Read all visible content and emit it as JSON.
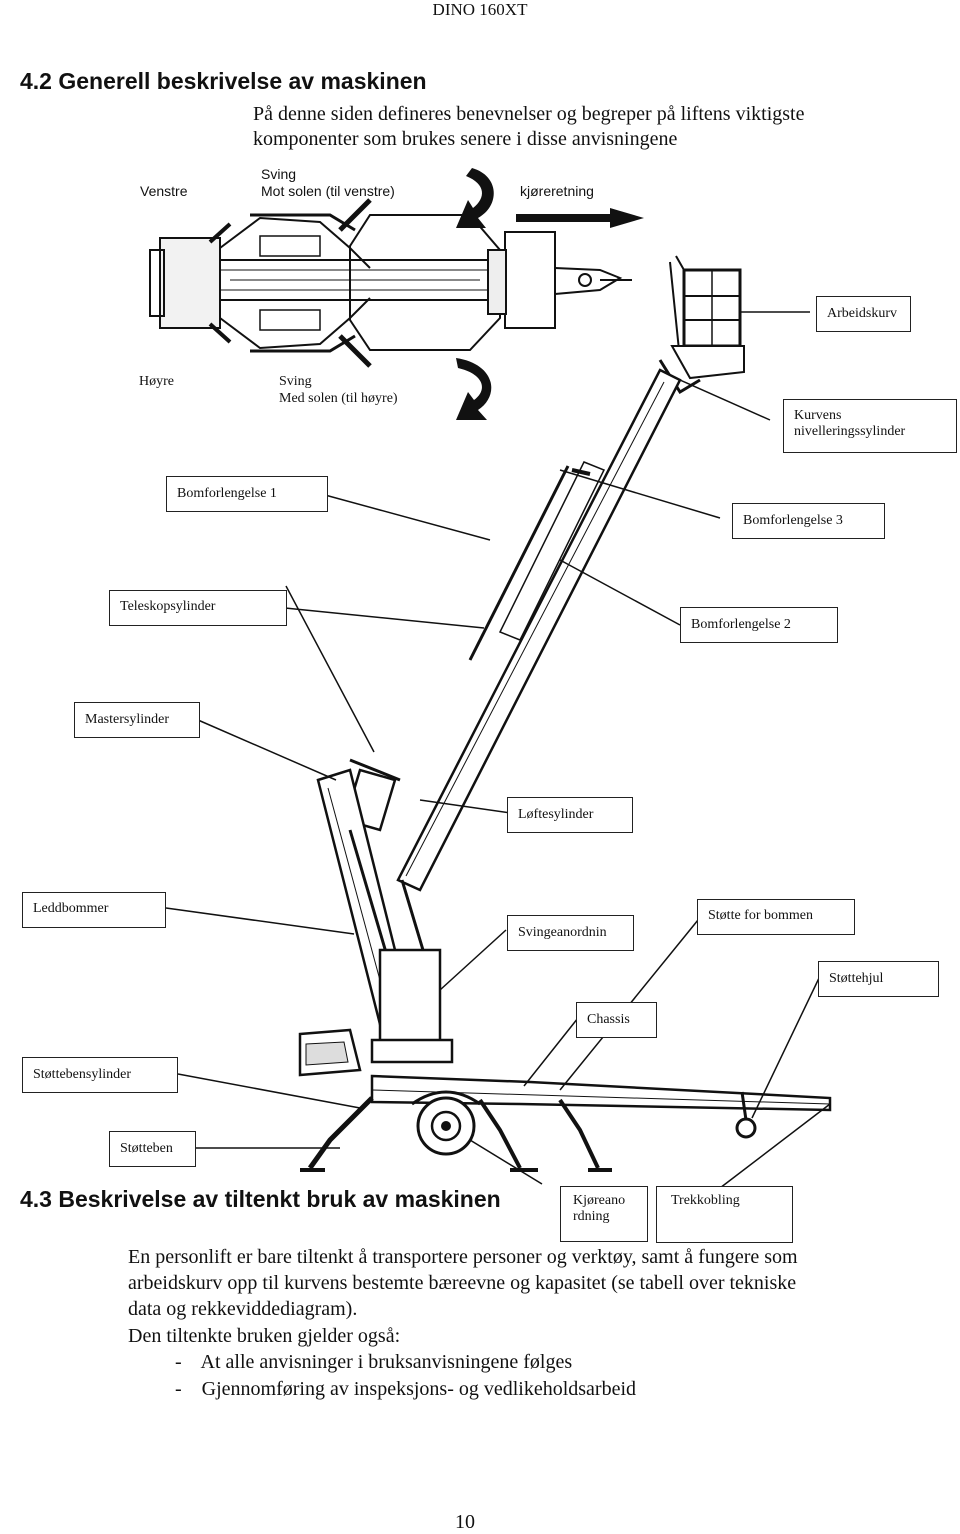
{
  "header": "DINO 160XT",
  "section_42": {
    "title": "4.2   Generell beskrivelse av maskinen",
    "intro_line1": "På denne siden defineres benevnelser og begreper på liftens viktigste",
    "intro_line2": "komponenter som brukes senere i disse anvisningene"
  },
  "top_view_labels": {
    "left": "Venstre",
    "turn_left_line1": "Sving",
    "turn_left_line2": "Mot solen (til venstre)",
    "direction": "kjøreretning",
    "right": "Høyre",
    "turn_right_line1": "Sving",
    "turn_right_line2": "Med solen (til høyre)"
  },
  "components": {
    "arbeidskurv": "Arbeidskurv",
    "kurvens_1": "Kurvens",
    "kurvens_2": "nivelleringssylinder",
    "bomforlengelse1": "Bomforlengelse 1",
    "bomforlengelse3": "Bomforlengelse 3",
    "teleskopsylinder": "Teleskopsylinder",
    "bomforlengelse2": "Bomforlengelse 2",
    "mastersylinder": "Mastersylinder",
    "loftesylinder": "Løftesylinder",
    "leddbommer": "Leddbommer",
    "svingeanordnin": "Svingeanordnin",
    "stotte_for_bommen": "Støtte for bommen",
    "stottehjul": "Støttehjul",
    "chassis": "Chassis",
    "stottebensylinder": "Støttebensylinder",
    "stotteben": "Støtteben",
    "kjoreanordning_1": "Kjøreano",
    "kjoreanordning_2": "rdning",
    "trekkobling": "Trekkobling"
  },
  "section_43": {
    "title": "4.3   Beskrivelse av tiltenkt bruk av maskinen",
    "p1": "En personlift er bare tiltenkt å transportere personer og verktøy, samt å fungere som",
    "p2": "arbeidskurv opp til kurvens bestemte bæreevne og kapasitet (se tabell over tekniske",
    "p3": "data og rekkeviddediagram).",
    "p4": "Den tiltenkte bruken gjelder også:",
    "bullet1": "-    At alle anvisninger i bruksanvisningene følges",
    "bullet2": "-    Gjennomføring av inspeksjons- og vedlikeholdsarbeid"
  },
  "page_number": "10"
}
